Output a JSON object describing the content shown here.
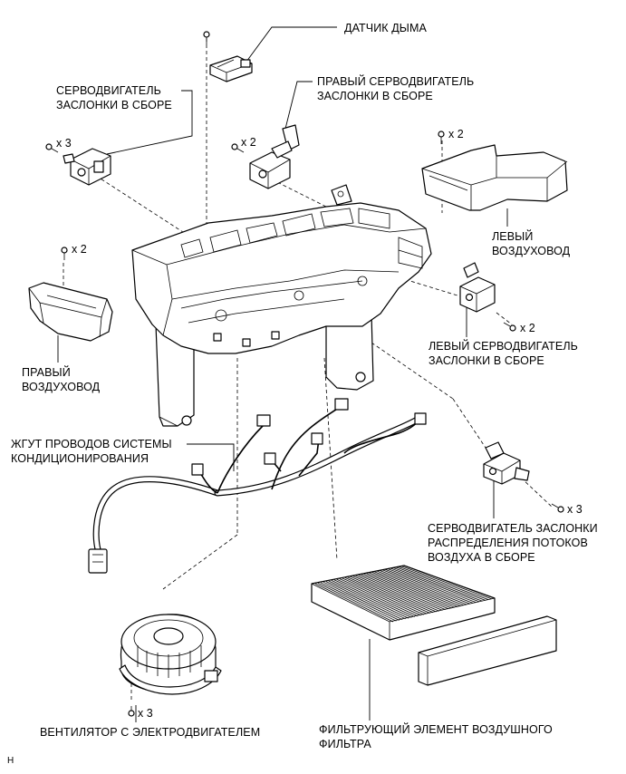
{
  "labels": {
    "smoke_sensor": "ДАТЧИК ДЫМА",
    "right_servo_line1": "ПРАВЫЙ СЕРВОДВИГАТЕЛЬ",
    "right_servo_line2": "ЗАСЛОНКИ В СБОРЕ",
    "servo_line1": "СЕРВОДВИГАТЕЛЬ",
    "servo_line2": "ЗАСЛОНКИ В СБОРЕ",
    "left_duct_line1": "ЛЕВЫЙ",
    "left_duct_line2": "ВОЗДУХОВОД",
    "right_duct_line1": "ПРАВЫЙ",
    "right_duct_line2": "ВОЗДУХОВОД",
    "left_servo_line1": "ЛЕВЫЙ СЕРВОДВИГАТЕЛЬ",
    "left_servo_line2": "ЗАСЛОНКИ В СБОРЕ",
    "harness_line1": "ЖГУТ ПРОВОДОВ СИСТЕМЫ",
    "harness_line2": "КОНДИЦИОНИРОВАНИЯ",
    "distribution_servo_line1": "СЕРВОДВИГАТЕЛЬ ЗАСЛОНКИ",
    "distribution_servo_line2": "РАСПРЕДЕЛЕНИЯ ПОТОКОВ",
    "distribution_servo_line3": "ВОЗДУХА В СБОРЕ",
    "blower": "ВЕНТИЛЯТОР С ЭЛЕКТРОДВИГАТЕЛЕМ",
    "filter_line1": "ФИЛЬТРУЮЩИЙ ЭЛЕМЕНТ ВОЗДУШНОГО",
    "filter_line2": "ФИЛЬТРА",
    "corner_mark": "H"
  },
  "quantities": {
    "servo_screws": "x 3",
    "right_servo_screws": "x 2",
    "left_duct_screws": "x 2",
    "right_duct_screws": "x 2",
    "left_servo_screws": "x 2",
    "distribution_servo_screws": "x 3",
    "blower_screws": "x 3"
  },
  "icons": {
    "screw": "screw-icon"
  }
}
